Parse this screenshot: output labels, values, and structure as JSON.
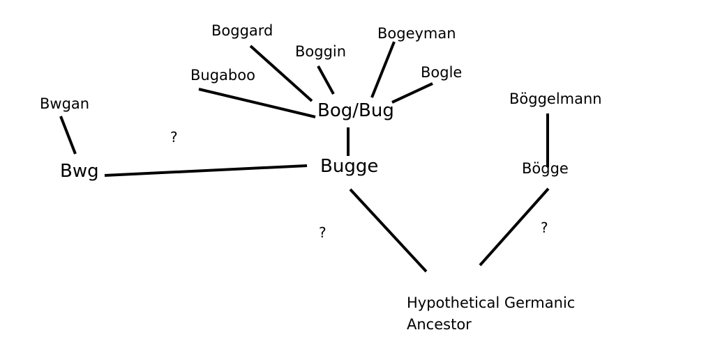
{
  "words": {
    "boggard": "Boggard",
    "boggin": "Boggin",
    "bogeyman": "Bogeyman",
    "bugaboo": "Bugaboo",
    "bogle": "Bogle",
    "bog_bug": "Bog/Bug",
    "bwgan": "Bwgan",
    "bwg": "Bwg",
    "bugge": "Bugge",
    "boggelmann": "Böggelmann",
    "bogge": "Bögge",
    "ancestor_line1": "Hypothetical Germanic",
    "ancestor_line2": "Ancestor"
  },
  "question_marks": {
    "bwg_bugge": "?",
    "bugge_ancestor": "?",
    "bogge_ancestor": "?"
  },
  "colors": {
    "background": "#ffffff",
    "ink": "#000000"
  }
}
